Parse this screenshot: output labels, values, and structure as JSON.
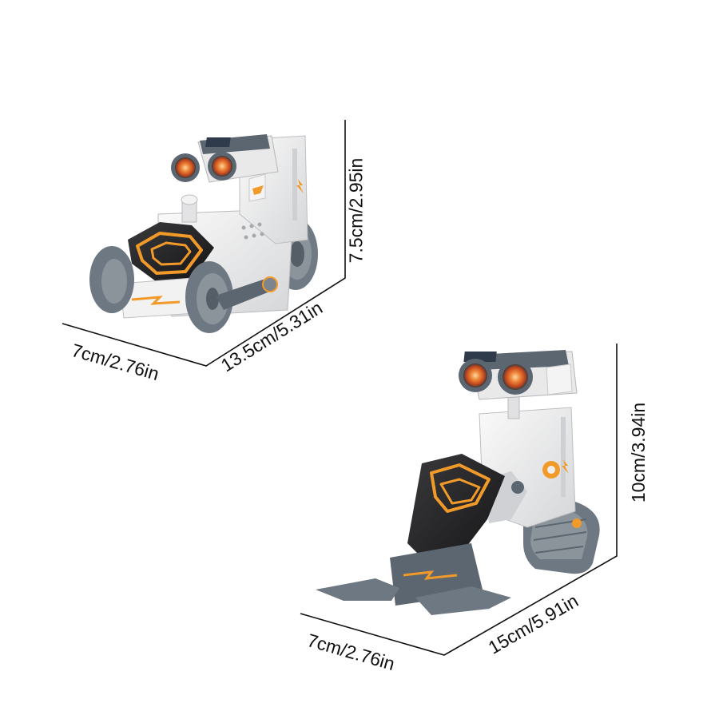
{
  "colors": {
    "body": "#eeeeee",
    "body_shade": "#d4d4d6",
    "panel_gray": "#5c6670",
    "wheel_gray": "#7c858e",
    "dark_shell": "#262628",
    "accent_orange": "#f19a2a",
    "eye_orange": "#e2672c",
    "line": "#111111"
  },
  "robot_1": {
    "label_depth": "7cm/2.76in",
    "label_length": "13.5cm/5.31in",
    "label_height": "7.5cm/2.95in"
  },
  "robot_2": {
    "label_depth": "7cm/2.76in",
    "label_length": "15cm/5.91in",
    "label_height": "10cm/3.94in"
  }
}
